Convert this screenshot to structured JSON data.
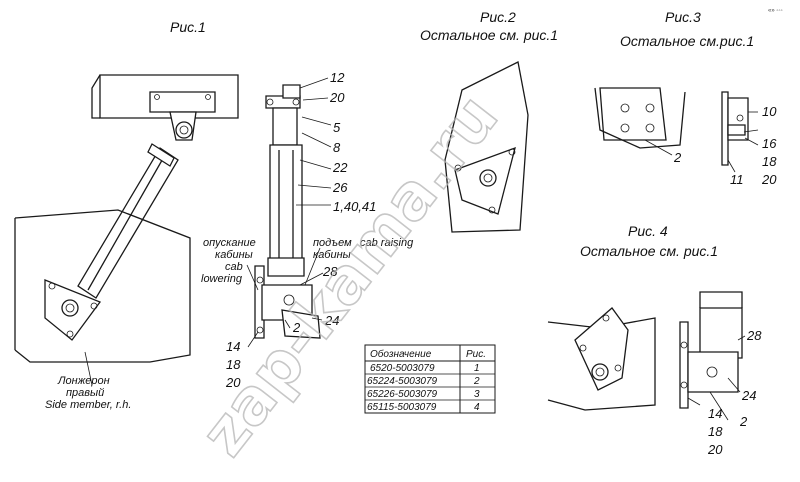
{
  "figures": {
    "fig1": {
      "title": "Рис.1"
    },
    "fig2": {
      "title": "Рис.2",
      "subtitle": "Остальное см. рис.1"
    },
    "fig3": {
      "title": "Рис.3",
      "subtitle": "Остальное см.рис.1"
    },
    "fig4": {
      "title": "Рис. 4",
      "subtitle": "Остальное см. рис.1"
    }
  },
  "callouts": {
    "fig1": [
      "12",
      "20",
      "5",
      "8",
      "22",
      "26",
      "1,40,41",
      "28",
      "24",
      "2",
      "14",
      "18",
      "20"
    ],
    "fig2": [
      "2"
    ],
    "fig3": [
      "10",
      "16",
      "18",
      "20",
      "11"
    ],
    "fig4": [
      "28",
      "24",
      "14",
      "2",
      "18",
      "20"
    ]
  },
  "annotations": {
    "lowering_ru_1": "опускание",
    "lowering_ru_2": "кабины",
    "lowering_en_1": "cab",
    "lowering_en_2": "lowering",
    "raising_ru_1": "подъем",
    "raising_ru_2": "кабины",
    "raising_en": "cab raising",
    "side_member_ru_1": "Лонжерон",
    "side_member_ru_2": "правый",
    "side_member_en": "Side member, r.h."
  },
  "table": {
    "headers": [
      "Обозначение",
      "Рис."
    ],
    "rows": [
      [
        "6520-5003079",
        "1"
      ],
      [
        "65224-5003079",
        "2"
      ],
      [
        "65226-5003079",
        "3"
      ],
      [
        "65115-5003079",
        "4"
      ]
    ]
  },
  "watermark": "zap-kama.ru",
  "corner_mark": "«» ◦◦◦"
}
